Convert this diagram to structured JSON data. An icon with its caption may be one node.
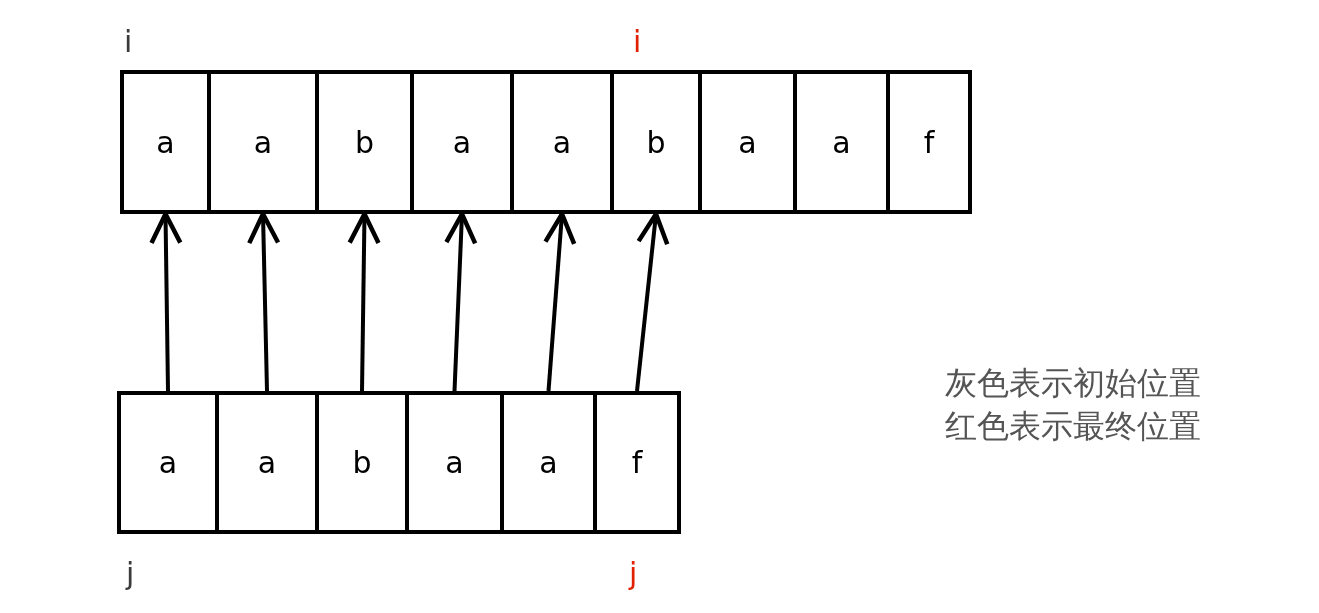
{
  "diagram": {
    "nodes": [
      {
        "text": [
          "a"
        ]
      },
      {
        "text": [
          "a"
        ]
      },
      {
        "text": [
          "b"
        ]
      },
      {
        "text": [
          "a"
        ]
      },
      {
        "text": [
          "a"
        ]
      },
      {
        "text": [
          "b"
        ]
      },
      {
        "text": [
          "a"
        ]
      },
      {
        "text": [
          "a"
        ]
      },
      {
        "text": [
          "f"
        ]
      },
      {
        "text": [
          "a"
        ]
      },
      {
        "text": [
          "a"
        ]
      },
      {
        "text": [
          "b"
        ]
      },
      {
        "text": [
          "a"
        ]
      },
      {
        "text": [
          "a"
        ]
      },
      {
        "text": [
          "f"
        ]
      }
    ],
    "edges": [
      {
        "from": 9,
        "to": 0,
        "arrow": "to"
      },
      {
        "from": 10,
        "to": 1,
        "arrow": "to"
      },
      {
        "from": 11,
        "to": 2,
        "arrow": "to"
      },
      {
        "from": 12,
        "to": 3,
        "arrow": "to"
      },
      {
        "from": 13,
        "to": 4,
        "arrow": "to"
      },
      {
        "from": 14,
        "to": 5,
        "arrow": "to"
      }
    ],
    "labels": [
      "i",
      "i",
      "j",
      "j",
      "灰色表示初始位置",
      "红色表示最终位置"
    ]
  }
}
